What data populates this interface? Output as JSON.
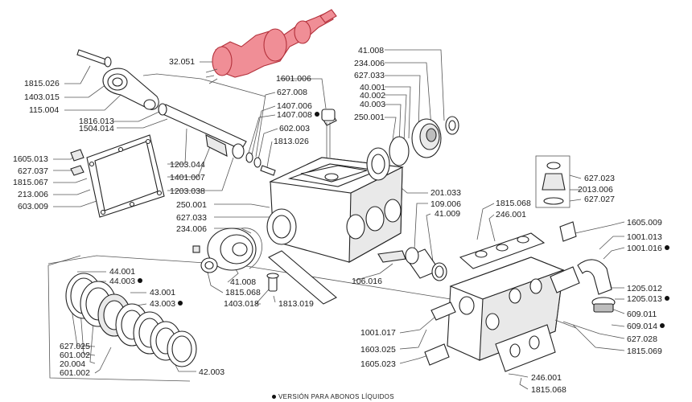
{
  "footnote": "VERSIÓN PARA ABONOS LÍQUIDOS",
  "highlight_color": "#f08e96",
  "labels": {
    "l32051": "32.051",
    "l1815026": "1815.026",
    "l1403015": "1403.015",
    "l115004": "115.004",
    "l1816013": "1816.013",
    "l1504014": "1504.014",
    "l1605013": "1605.013",
    "l627037": "627.037",
    "l1815067": "1815.067",
    "l213006": "213.006",
    "l603009": "603.009",
    "l1203044": "1203.044",
    "l1401007": "1401.007",
    "l1203038": "1203.038",
    "l250001a": "250.001",
    "l627033a": "627.033",
    "l234006a": "234.006",
    "l1601006": "1601.006",
    "l627008": "627.008",
    "l1407006": "1407.006",
    "l1407008": "1407.008",
    "l602003": "602.003",
    "l1813026": "1813.026",
    "l41008a": "41.008",
    "l234006b": "234.006",
    "l627033b": "627.033",
    "l40001": "40.001",
    "l40002": "40.002",
    "l40003": "40.003",
    "l250001b": "250.001",
    "l201033": "201.033",
    "l109006": "109.006",
    "l41009": "41.009",
    "l1815068a": "1815.068",
    "l246001a": "246.001",
    "l627023": "627.023",
    "l2013006": "2013.006",
    "l627027": "627.027",
    "l1605009": "1605.009",
    "l1001013": "1001.013",
    "l1001016": "1001.016",
    "l44001": "44.001",
    "l44003": "44.003",
    "l43001": "43.001",
    "l43003": "43.003",
    "l41008b": "41.008",
    "l1815068b": "1815.068",
    "l1403018": "1403.018",
    "l1813019": "1813.019",
    "l106016": "106.016",
    "l1205012": "1205.012",
    "l1205013": "1205.013",
    "l609011": "609.011",
    "l609014": "609.014",
    "l627028": "627.028",
    "l1815069": "1815.069",
    "l1001017": "1001.017",
    "l1603025": "1603.025",
    "l1605023": "1605.023",
    "l627025": "627.025",
    "l601002a": "601.002",
    "l20004": "20.004",
    "l601002b": "601.002",
    "l42003": "42.003",
    "l246001b": "246.001",
    "l1815068c": "1815.068"
  }
}
